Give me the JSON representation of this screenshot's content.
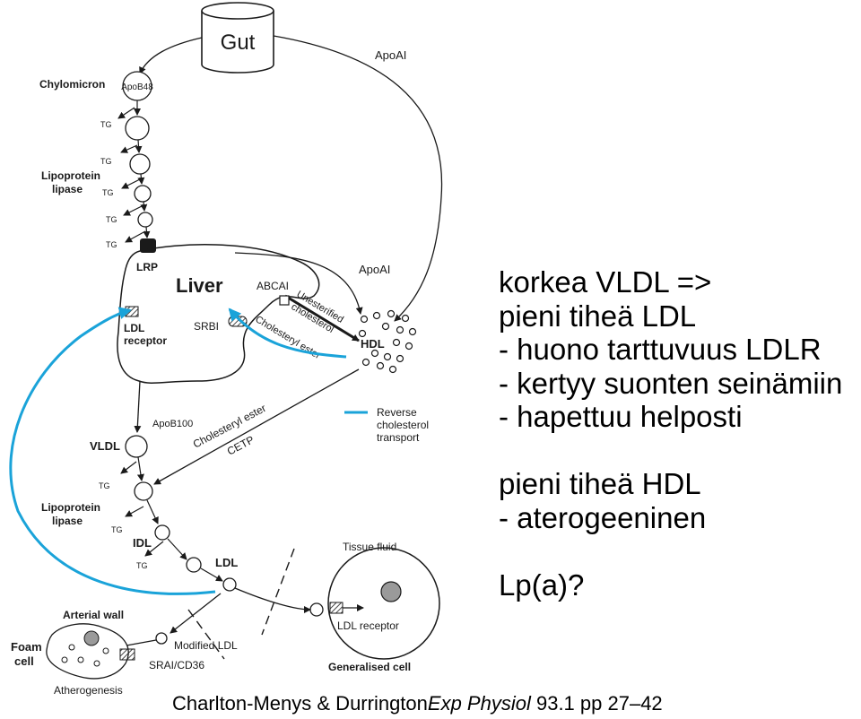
{
  "diagram": {
    "gut": "Gut",
    "chylomicron": "Chylomicron",
    "apob48": "ApoB48",
    "tg": "TG",
    "lipoprotein_lipase_1": "Lipoprotein",
    "lipoprotein_lipase_2": "lipase",
    "lrp": "LRP",
    "liver": "Liver",
    "ldl_receptor_1": "LDL",
    "ldl_receptor_2": "receptor",
    "srbi": "SRBI",
    "abcai": "ABCAI",
    "apoai_top": "ApoAI",
    "apoai_mid": "ApoAI",
    "unesterified_cholesterol_1": "Unesterified",
    "unesterified_cholesterol_2": "cholesterol",
    "cholesteryl_ester": "Cholesteryl ester",
    "hdl": "HDL",
    "reverse_transport_1": "Reverse",
    "reverse_transport_2": "cholesterol",
    "reverse_transport_3": "transport",
    "vldl": "VLDL",
    "apob100": "ApoB100",
    "cholesteryl_ester_2": "Cholesteryl ester",
    "cetp": "CETP",
    "idl": "IDL",
    "ldl": "LDL",
    "tissue_fluid": "Tissue fluid",
    "ldl_receptor_cell": "LDL receptor",
    "generalised_cell": "Generalised cell",
    "arterial_wall": "Arterial wall",
    "foam_1": "Foam",
    "foam_2": "cell",
    "modified_ldl": "Modified LDL",
    "srai_cd36": "SRAI/CD36",
    "atherogenesis": "Atherogenesis"
  },
  "colors": {
    "reverse_transport": "#1aa3d9",
    "text": "#000000"
  },
  "notes": {
    "line1": "korkea VLDL =>",
    "line2": "pieni tiheä LDL",
    "line3": "- huono tarttuvuus LDLR",
    "line4": "- kertyy suonten seinämiin",
    "line5": "- hapettuu helposti",
    "line6": "pieni tiheä HDL",
    "line7": "- aterogeeninen",
    "line8": "Lp(a)?"
  },
  "citation": {
    "authors": "Charlton-Menys & Durrington",
    "journal": "Exp Physiol",
    "ref": " 93.1 pp 27–42"
  }
}
